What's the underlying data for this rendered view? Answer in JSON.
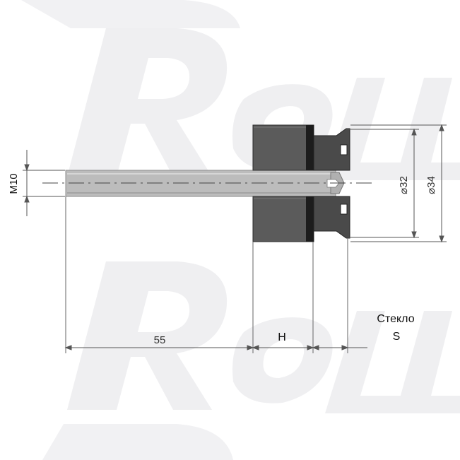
{
  "watermark": {
    "text": "ROLL",
    "color": "#eeeeef"
  },
  "colors": {
    "line": "#333333",
    "dim_line": "#555555",
    "dark_part": "#5a5a5a",
    "black_part": "#1e1e1e",
    "rod": "#b9b9b9",
    "rod_edge": "#8e8e8e"
  },
  "labels": {
    "thread": "M10",
    "length": "55",
    "height": "H",
    "glass": "Стекло",
    "glass_symbol": "S",
    "diameter_inner": "⌀32",
    "diameter_outer": "⌀34"
  }
}
